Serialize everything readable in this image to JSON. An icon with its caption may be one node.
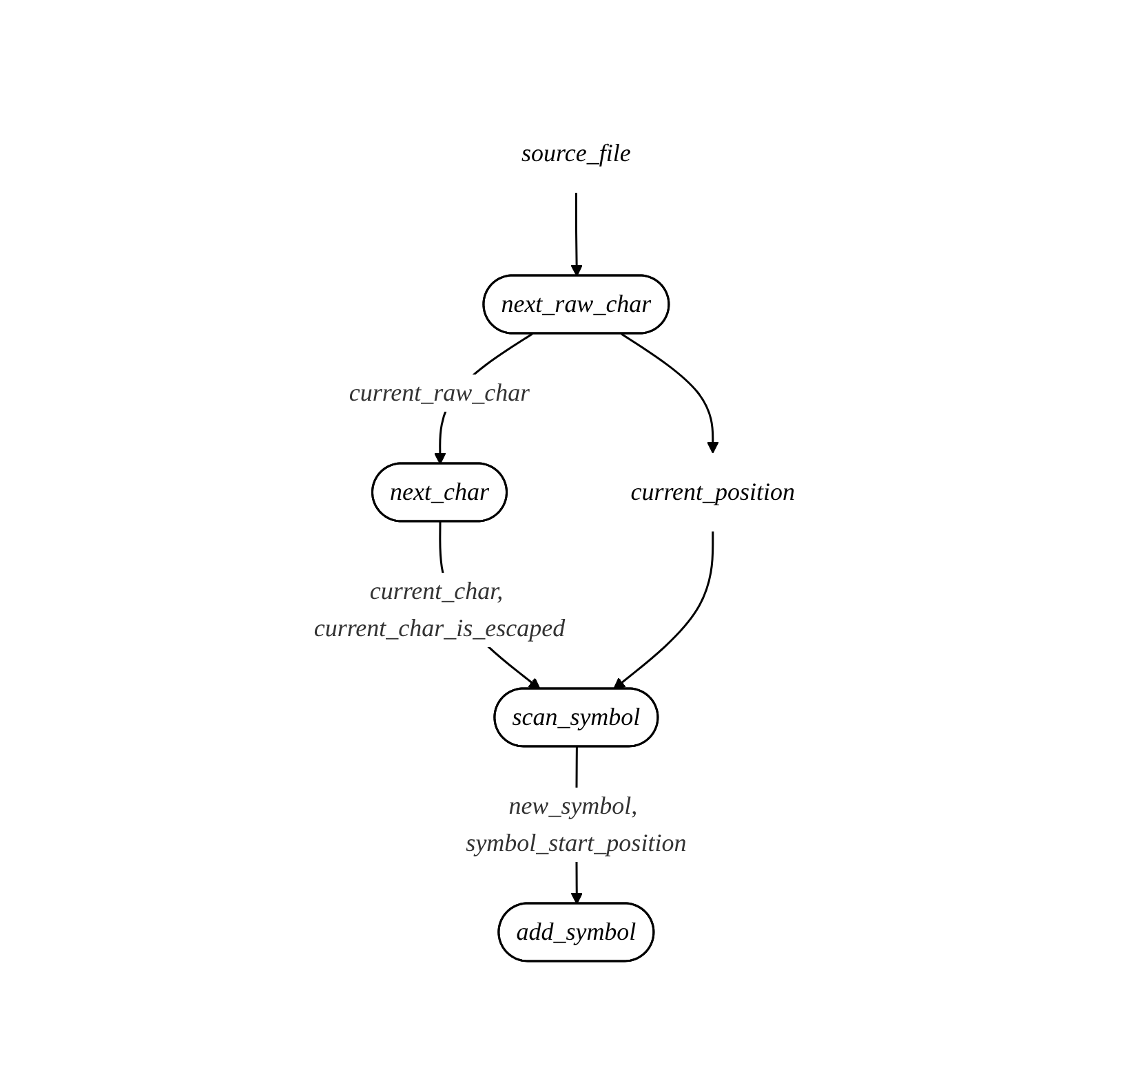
{
  "diagram": {
    "nodes": [
      {
        "text": [
          "source_file"
        ]
      },
      {
        "text": [
          "next_raw_char"
        ]
      },
      {
        "text": [
          "next_char"
        ]
      },
      {
        "text": [
          "current_position"
        ]
      },
      {
        "text": [
          "scan_symbol"
        ]
      },
      {
        "text": [
          "add_symbol"
        ]
      }
    ],
    "edges": [
      {
        "from": 0,
        "to": 1,
        "arrow": "to"
      },
      {
        "from": 1,
        "to": 2,
        "arrow": "to",
        "label": "current_raw_char"
      },
      {
        "from": 1,
        "to": 3,
        "arrow": "to"
      },
      {
        "from": 2,
        "to": 4,
        "arrow": "to",
        "label": "current_char, current_char_is_escaped"
      },
      {
        "from": 3,
        "to": 4,
        "arrow": "to"
      },
      {
        "from": 4,
        "to": 5,
        "arrow": "to",
        "label": "new_symbol, symbol_start_position"
      }
    ]
  }
}
